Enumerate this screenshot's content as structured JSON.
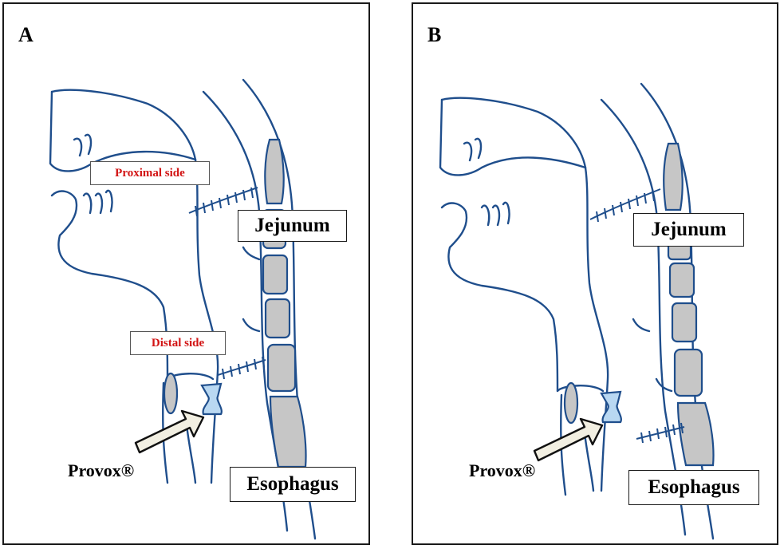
{
  "panels": [
    {
      "letter": "A",
      "labels": {
        "proximal": "Proximal side",
        "distal": "Distal side",
        "jejunum": "Jejunum",
        "esophagus": "Esophagus",
        "provox": "Provox®"
      }
    },
    {
      "letter": "B",
      "labels": {
        "jejunum": "Jejunum",
        "esophagus": "Esophagus",
        "provox": "Provox®"
      }
    }
  ],
  "colors": {
    "outline": "#1f4e8c",
    "segment_fill": "#c6c6c6",
    "valve_fill": "#b9d8f2",
    "red_label": "#d21414"
  }
}
